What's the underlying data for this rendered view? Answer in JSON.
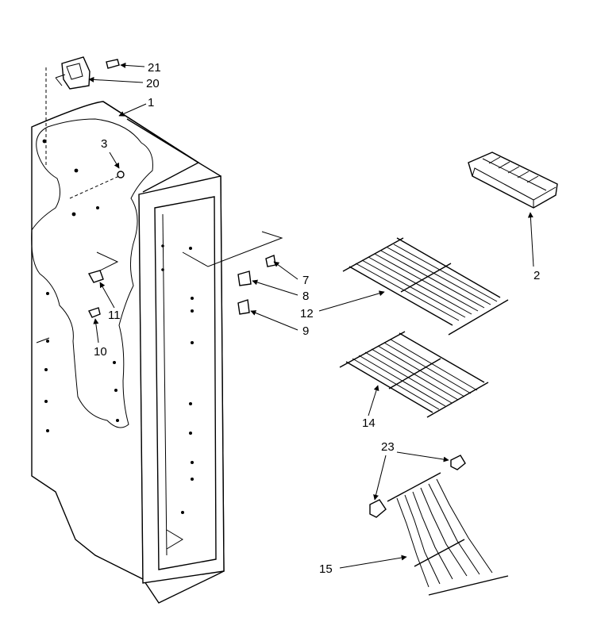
{
  "labels": {
    "p1": "1",
    "p2": "2",
    "p3": "3",
    "p7": "7",
    "p8": "8",
    "p9": "9",
    "p10": "10",
    "p11": "11",
    "p12": "12",
    "p14": "14",
    "p15": "15",
    "p20": "20",
    "p21": "21",
    "p23": "23"
  }
}
